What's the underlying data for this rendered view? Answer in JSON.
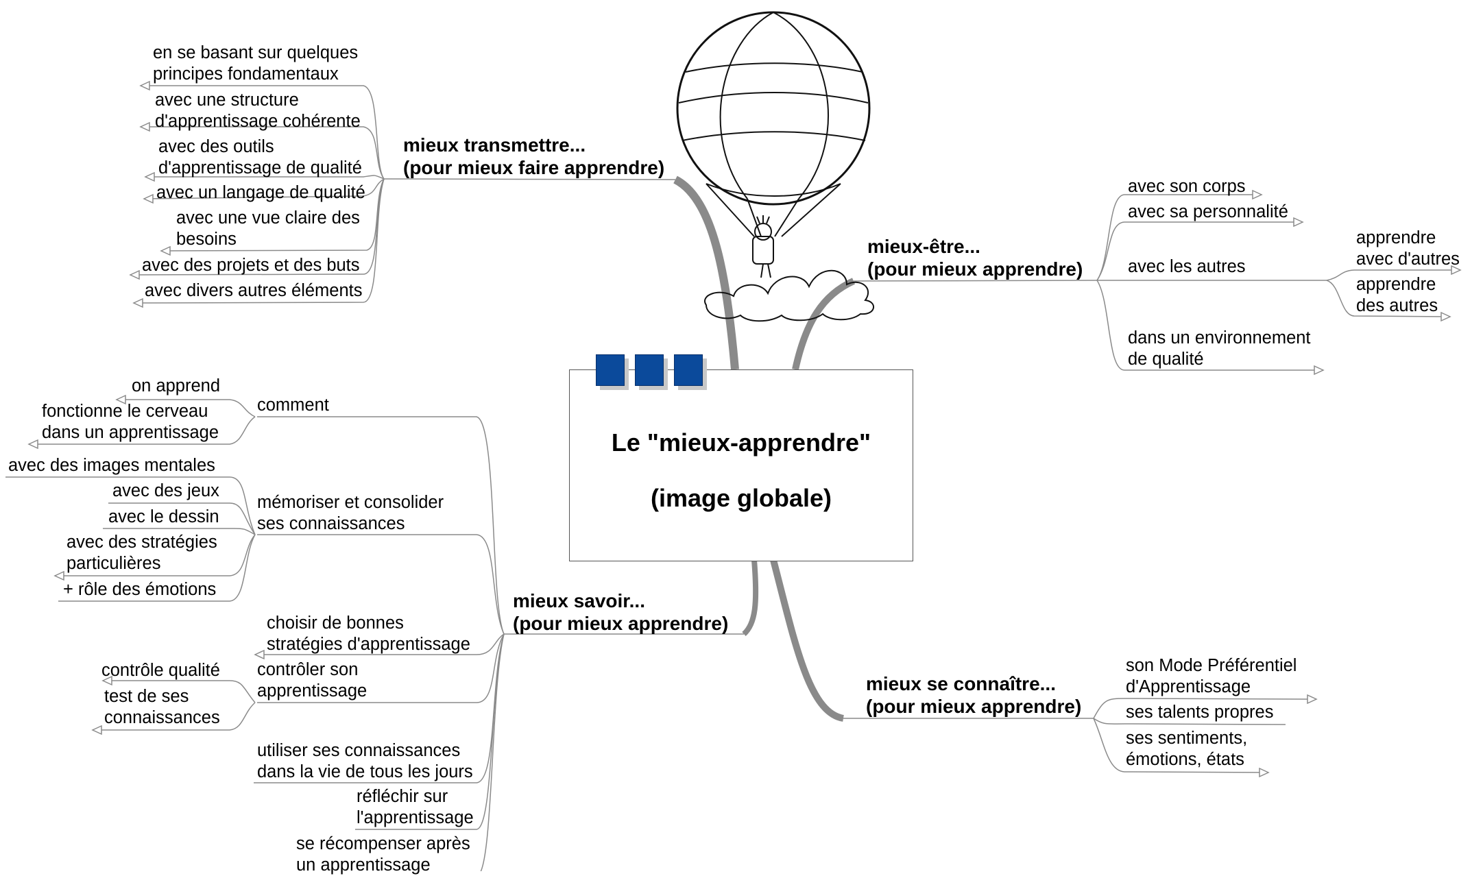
{
  "center": {
    "title": "Le \"mieux-apprendre\"",
    "subtitle": "(image globale)"
  },
  "branches": {
    "transmettre": {
      "title": "mieux transmettre...\n(pour mieux faire apprendre)",
      "items": [
        "en se basant sur quelques\nprincipes fondamentaux",
        "avec une structure\nd'apprentissage cohérente",
        "avec des outils\nd'apprentissage de qualité",
        "avec un langage de qualité",
        "avec une vue claire des\nbesoins",
        "avec des projets et des buts",
        "avec divers autres éléments"
      ]
    },
    "etre": {
      "title": "mieux-être...\n(pour mieux apprendre)",
      "items": [
        "avec son corps",
        "avec sa personnalité",
        "avec les autres",
        "dans un environnement\nde qualité"
      ],
      "autres_sub": [
        "apprendre\navec d'autres",
        "apprendre\ndes autres"
      ]
    },
    "savoir": {
      "title": "mieux savoir...\n(pour mieux apprendre)",
      "comment": {
        "label": "comment",
        "subs": [
          "on apprend",
          "fonctionne le cerveau\ndans un apprentissage"
        ]
      },
      "memoriser": {
        "label": "mémoriser et consolider\nses connaissances",
        "subs": [
          "avec des images mentales",
          "avec des jeux",
          "avec le dessin",
          "avec des stratégies\nparticulières",
          "+ rôle des émotions"
        ]
      },
      "choisir": "choisir de bonnes\nstratégies d'apprentissage",
      "controler": {
        "label": "contrôler son\napprentissage",
        "subs": [
          "contrôle qualité",
          "test de ses\nconnaissances"
        ]
      },
      "utiliser": "utiliser ses connaissances\ndans la vie de tous les jours",
      "reflechir": "réfléchir sur\nl'apprentissage",
      "recompenser": "se récompenser après\nun apprentissage"
    },
    "connaitre": {
      "title": "mieux se connaître...\n(pour mieux apprendre)",
      "items": [
        "son Mode Préférentiel\nd'Apprentissage",
        "ses talents propres",
        " ses sentiments,\némotions, états"
      ]
    }
  }
}
